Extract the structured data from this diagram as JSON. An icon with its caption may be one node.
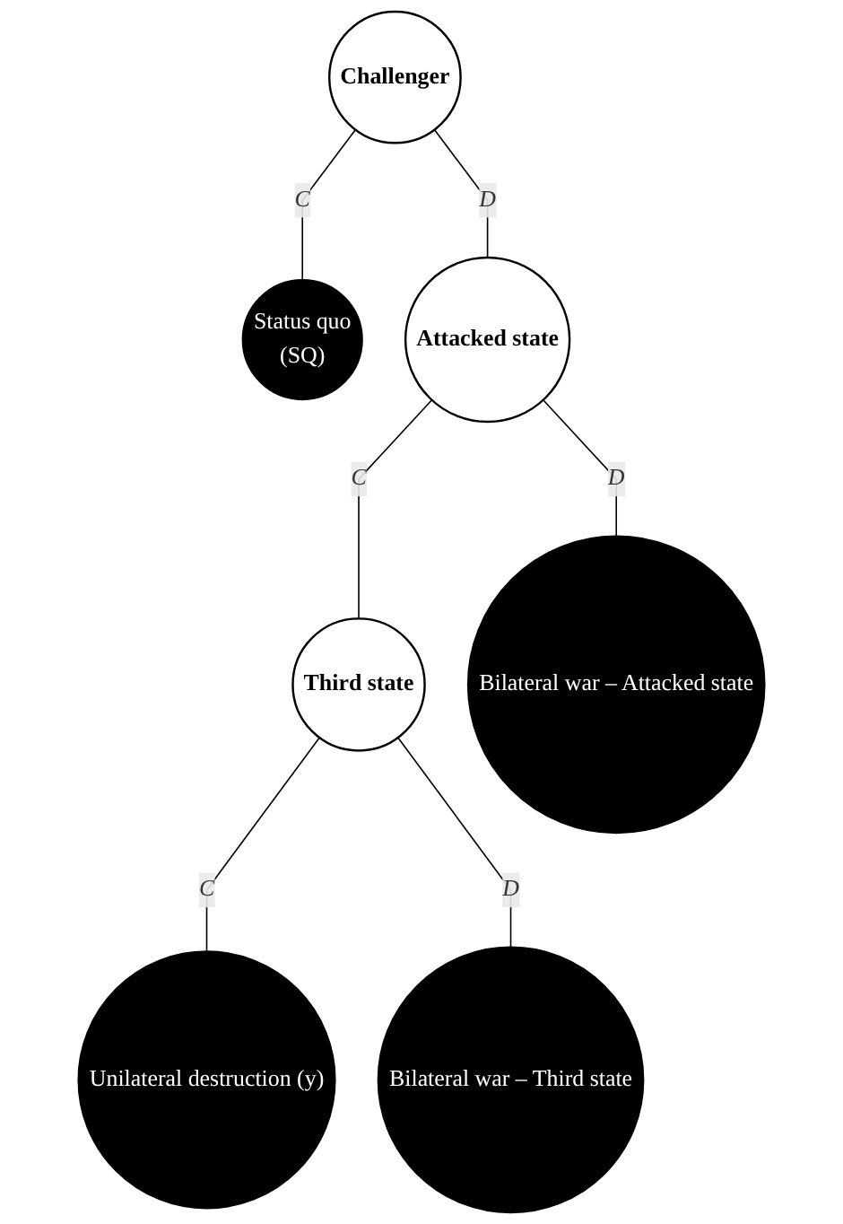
{
  "diagram": {
    "nodes": [
      {
        "text": [
          "Challenger"
        ]
      },
      {
        "text": [
          "Status quo",
          "(SQ)"
        ]
      },
      {
        "text": [
          "Attacked state"
        ]
      },
      {
        "text": [
          "Third state"
        ]
      },
      {
        "text": [
          "Bilateral war – Attacked state"
        ]
      },
      {
        "text": [
          "Unilateral destruction (y)"
        ]
      },
      {
        "text": [
          "Bilateral war – Third state"
        ]
      }
    ],
    "edges": [
      {
        "from": 0,
        "to": 1,
        "arrow": "none",
        "label": "C"
      },
      {
        "from": 0,
        "to": 2,
        "arrow": "none",
        "label": "D"
      },
      {
        "from": 2,
        "to": 3,
        "arrow": "none",
        "label": "C"
      },
      {
        "from": 2,
        "to": 4,
        "arrow": "none",
        "label": "D"
      },
      {
        "from": 3,
        "to": 5,
        "arrow": "none",
        "label": "C"
      },
      {
        "from": 3,
        "to": 6,
        "arrow": "none",
        "label": "D"
      }
    ]
  }
}
